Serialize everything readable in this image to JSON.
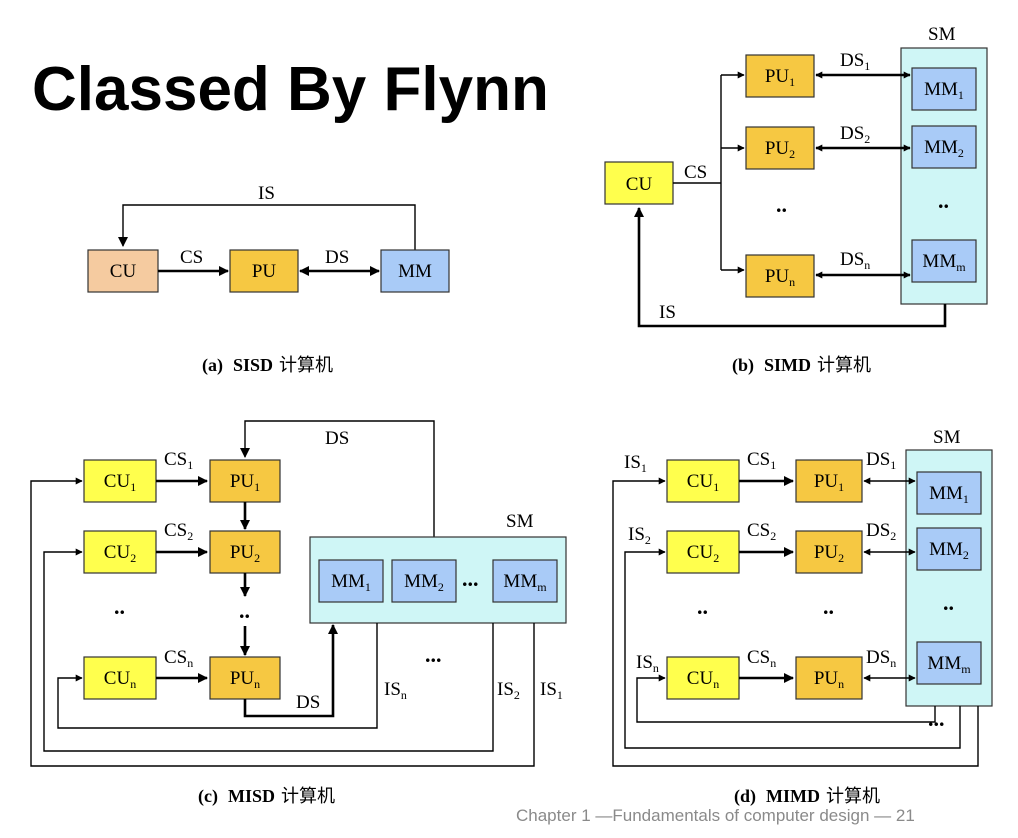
{
  "title": "Classed By Flynn",
  "footer": "Chapter 1 —Fundamentals of computer design — 21",
  "colors": {
    "cu_sisd": "#F5CBA0",
    "yellow": "#FFFF4D",
    "orange": "#F6C842",
    "blue": "#A9CBF7",
    "cyan": "#CFF6F6"
  },
  "sisd": {
    "cu": "CU",
    "pu": "PU",
    "mm": "MM",
    "is": "IS",
    "cs": "CS",
    "ds": "DS",
    "caption_letter": "(a)",
    "caption_name": "SISD",
    "caption_suffix": "计算机"
  },
  "simd": {
    "sm": "SM",
    "cu": "CU",
    "cs": "CS",
    "is": "IS",
    "pu": "PU",
    "ds": "DS",
    "mm": "MM",
    "sub1": "1",
    "sub2": "2",
    "subn": "n",
    "subm": "m",
    "dots": "..",
    "caption_letter": "(b)",
    "caption_name": "SIMD",
    "caption_suffix": "计算机"
  },
  "misd": {
    "cu": "CU",
    "pu": "PU",
    "cs": "CS",
    "ds": "DS",
    "is": "IS",
    "mm": "MM",
    "sm": "SM",
    "sub1": "1",
    "sub2": "2",
    "subn": "n",
    "subm": "m",
    "dots": "..",
    "ellipsis": "...",
    "caption_letter": "(c)",
    "caption_name": "MISD",
    "caption_suffix": "计算机"
  },
  "mimd": {
    "cu": "CU",
    "pu": "PU",
    "cs": "CS",
    "ds": "DS",
    "is": "IS",
    "mm": "MM",
    "sm": "SM",
    "sub1": "1",
    "sub2": "2",
    "subn": "n",
    "subm": "m",
    "dots": "..",
    "ellipsis": "...",
    "caption_letter": "(d)",
    "caption_name": "MIMD",
    "caption_suffix": "计算机"
  }
}
